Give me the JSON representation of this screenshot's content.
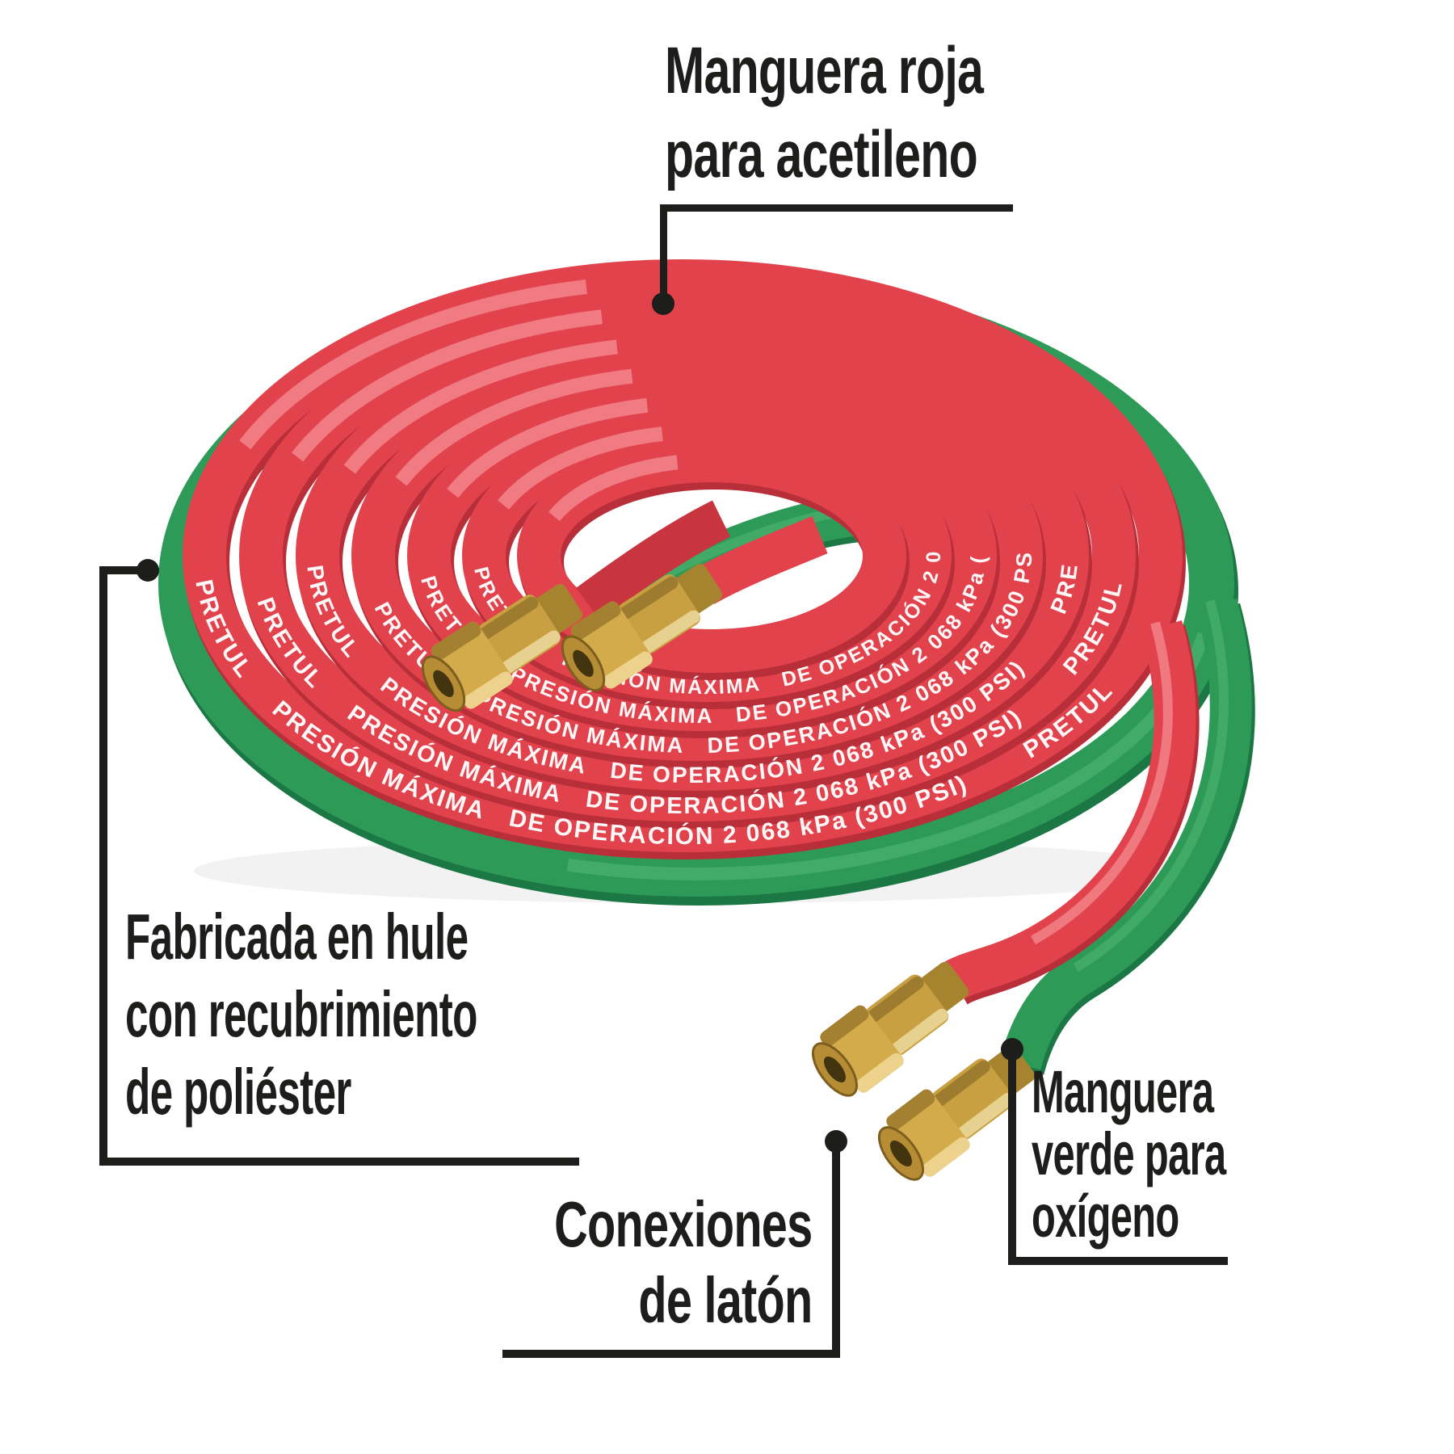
{
  "illustration": {
    "hose_print": "PRETUL     PRESIÓN MÁXIMA   DE OPERACIÓN 2 068 kPa (300 PSI)        PRETUL",
    "colors": {
      "red_hose": "#e2424c",
      "green_hose": "#2e9a58",
      "brass": "#c9a041",
      "ink": "#1d1d1b"
    }
  },
  "callouts": {
    "red_hose": {
      "lines": [
        "Manguera roja",
        "para acetileno"
      ]
    },
    "material": {
      "lines": [
        "Fabricada en hule",
        "con recubrimiento",
        "de poliéster"
      ]
    },
    "connectors": {
      "lines": [
        "Conexiones",
        "de latón"
      ]
    },
    "green_hose": {
      "lines": [
        "Manguera",
        "verde para",
        "oxígeno"
      ]
    }
  }
}
